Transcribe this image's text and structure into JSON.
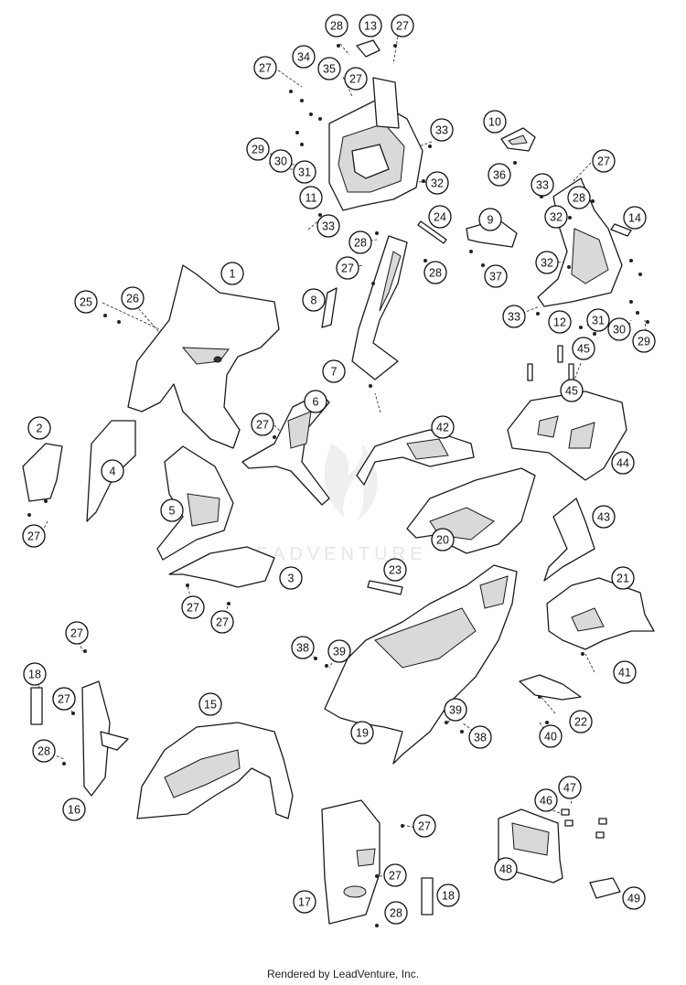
{
  "watermark": "LEADVENTURE",
  "footer": "Rendered by LeadVenture, Inc.",
  "callouts": [
    {
      "label": "28"
    },
    {
      "label": "13"
    },
    {
      "label": "27"
    },
    {
      "label": "27"
    },
    {
      "label": "34"
    },
    {
      "label": "35"
    },
    {
      "label": "27"
    },
    {
      "label": "33"
    },
    {
      "label": "10"
    },
    {
      "label": "29"
    },
    {
      "label": "30"
    },
    {
      "label": "31"
    },
    {
      "label": "32"
    },
    {
      "label": "36"
    },
    {
      "label": "27"
    },
    {
      "label": "11"
    },
    {
      "label": "24"
    },
    {
      "label": "33"
    },
    {
      "label": "28"
    },
    {
      "label": "33"
    },
    {
      "label": "32"
    },
    {
      "label": "14"
    },
    {
      "label": "9"
    },
    {
      "label": "28"
    },
    {
      "label": "27"
    },
    {
      "label": "28"
    },
    {
      "label": "37"
    },
    {
      "label": "32"
    },
    {
      "label": "1"
    },
    {
      "label": "25"
    },
    {
      "label": "26"
    },
    {
      "label": "8"
    },
    {
      "label": "33"
    },
    {
      "label": "12"
    },
    {
      "label": "31"
    },
    {
      "label": "30"
    },
    {
      "label": "29"
    },
    {
      "label": "45"
    },
    {
      "label": "7"
    },
    {
      "label": "45"
    },
    {
      "label": "6"
    },
    {
      "label": "27"
    },
    {
      "label": "27"
    },
    {
      "label": "2"
    },
    {
      "label": "4"
    },
    {
      "label": "42"
    },
    {
      "label": "44"
    },
    {
      "label": "27"
    },
    {
      "label": "5"
    },
    {
      "label": "20"
    },
    {
      "label": "43"
    },
    {
      "label": "3"
    },
    {
      "label": "23"
    },
    {
      "label": "21"
    },
    {
      "label": "27"
    },
    {
      "label": "27"
    },
    {
      "label": "27"
    },
    {
      "label": "38"
    },
    {
      "label": "39"
    },
    {
      "label": "41"
    },
    {
      "label": "18"
    },
    {
      "label": "27"
    },
    {
      "label": "15"
    },
    {
      "label": "39"
    },
    {
      "label": "22"
    },
    {
      "label": "28"
    },
    {
      "label": "19"
    },
    {
      "label": "38"
    },
    {
      "label": "40"
    },
    {
      "label": "16"
    },
    {
      "label": "46"
    },
    {
      "label": "47"
    },
    {
      "label": "27"
    },
    {
      "label": "48"
    },
    {
      "label": "27"
    },
    {
      "label": "17"
    },
    {
      "label": "18"
    },
    {
      "label": "28"
    },
    {
      "label": "49"
    }
  ]
}
